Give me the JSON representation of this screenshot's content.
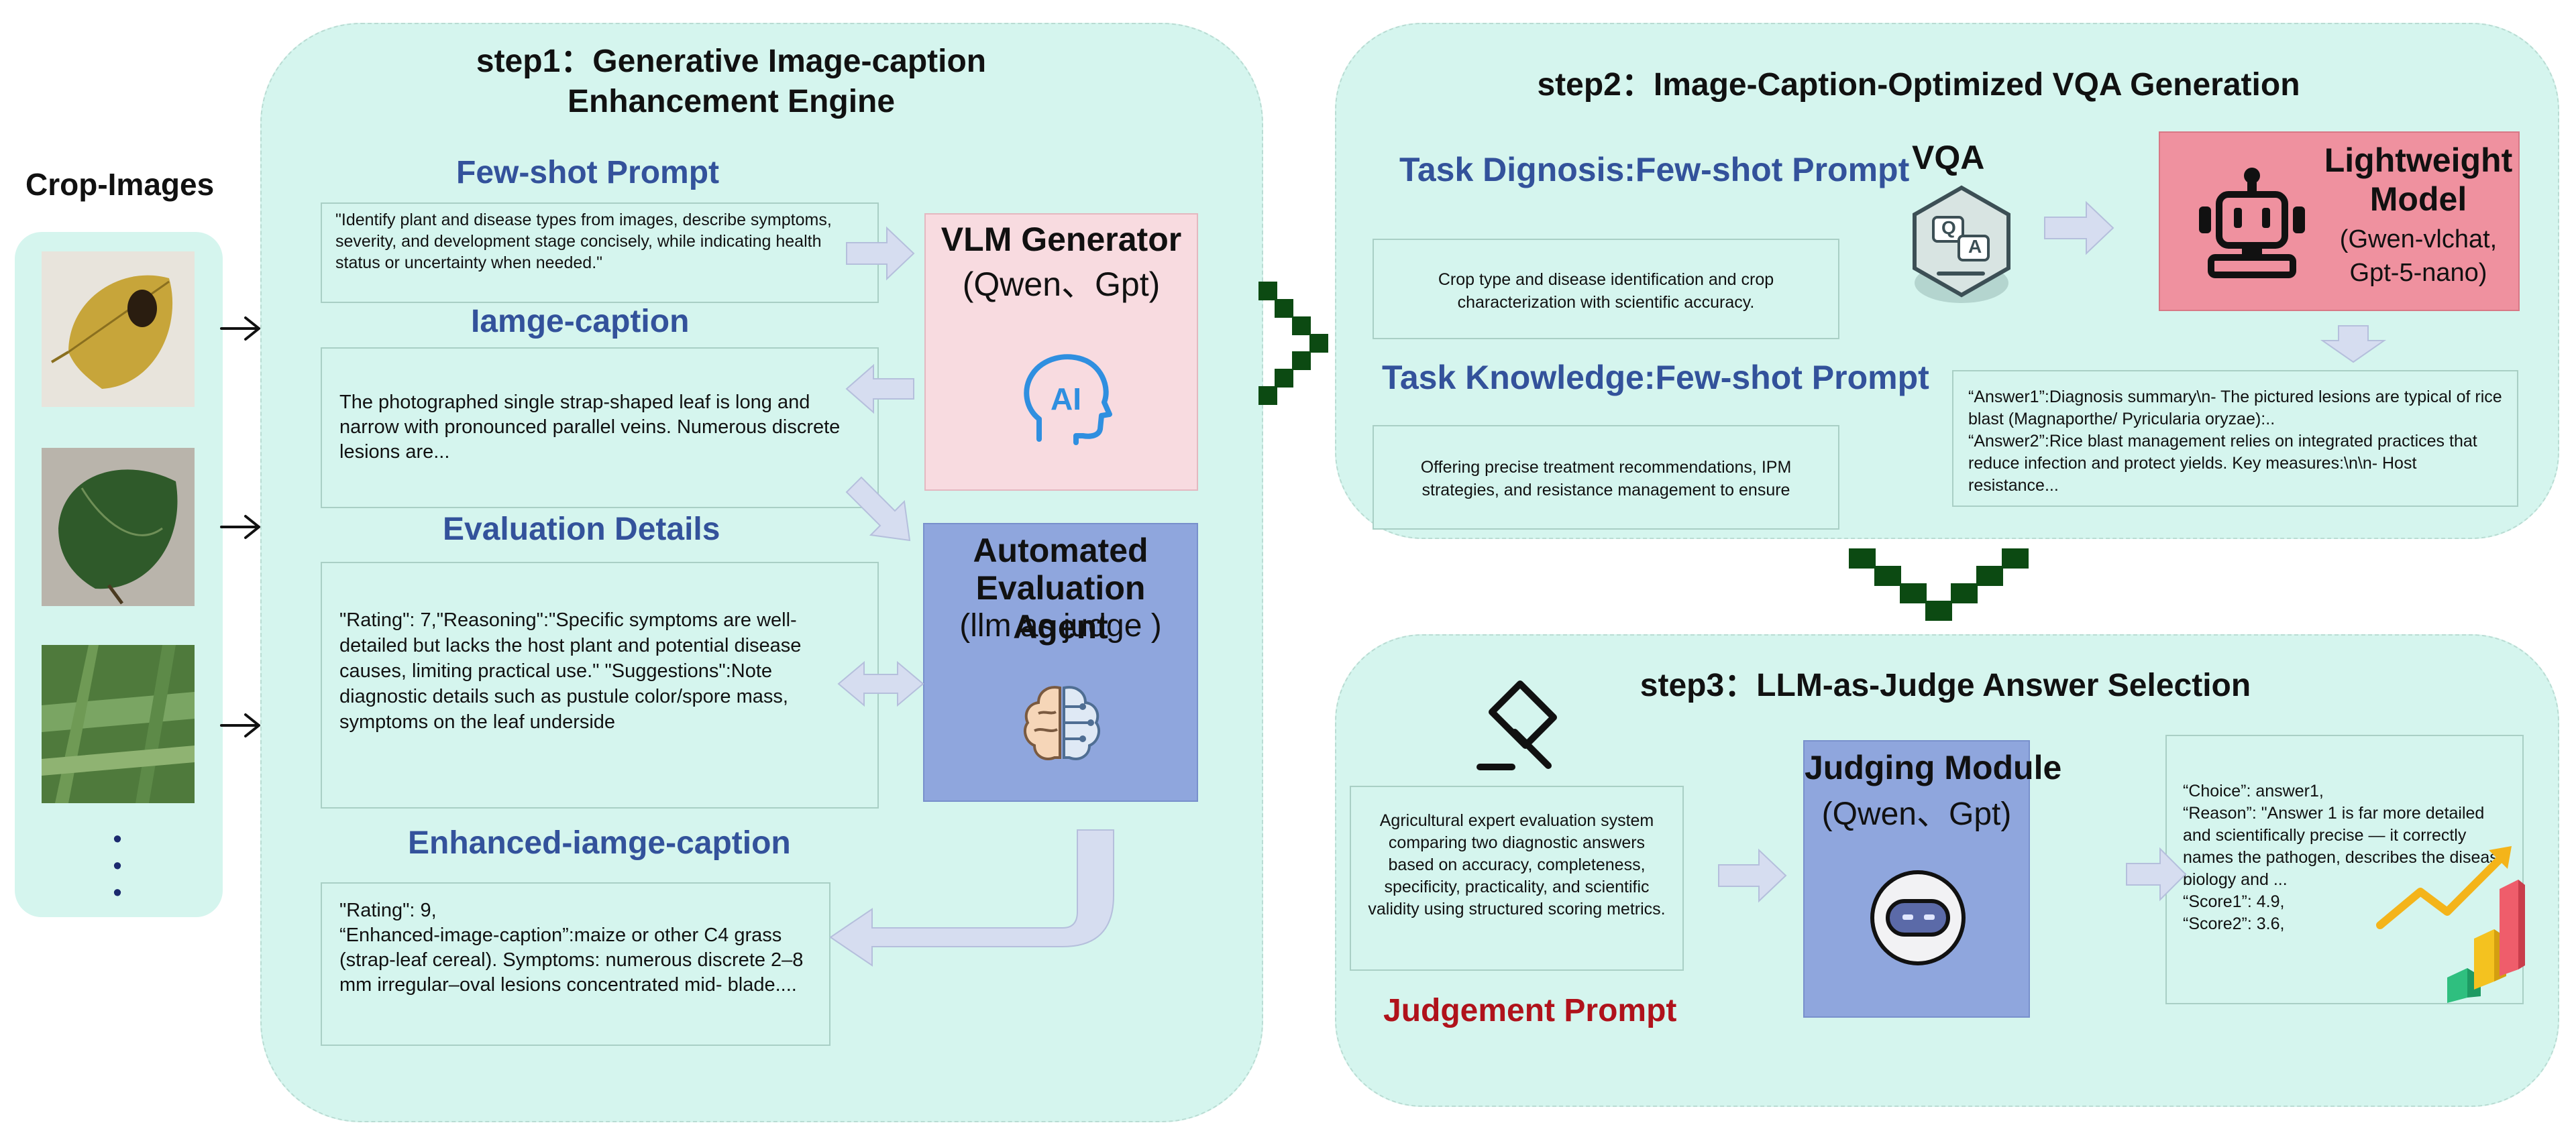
{
  "crop_images": {
    "title": "Crop-Images",
    "more": "•\n•\n•"
  },
  "step1": {
    "title_line1": "step1：Generative Image-caption",
    "title_line2": "Enhancement Engine",
    "few_shot_heading": "Few-shot Prompt",
    "few_shot_text": "\"Identify plant and disease types from images, describe symptoms, severity, and development stage concisely, while indicating health status or uncertainty when needed.\"",
    "caption_heading": "Iamge-caption",
    "caption_text": "The photographed single strap-shaped leaf is long and narrow with pronounced parallel veins. Numerous discrete lesions are...",
    "eval_heading": "Evaluation Details",
    "eval_text": "\"Rating\": 7,\"Reasoning\":\"Specific symptoms are well-detailed but lacks the host plant and potential disease causes, limiting practical use.\" \"Suggestions\":Note diagnostic details such as pustule color/spore mass, symptoms on the leaf underside",
    "enhanced_heading": "Enhanced-iamge-caption",
    "enhanced_text": "\"Rating\": 9,\n“Enhanced-image-caption”:maize or other C4 grass (strap-leaf cereal). Symptoms: numerous discrete 2–8 mm irregular–oval lesions concentrated mid-  blade....",
    "vlm": {
      "title": "VLM Generator",
      "sub": "(Qwen、Gpt)",
      "icon_text": "AI"
    },
    "agent": {
      "title_line1": "Automated",
      "title_line2": "Evaluation Agent",
      "sub": "(llm as judge )"
    }
  },
  "step2": {
    "title": "step2：Image-Caption-Optimized VQA Generation",
    "diag_heading": "Task Dignosis:Few-shot Prompt",
    "diag_text": "Crop type and disease identification and crop characterization with scientific accuracy.",
    "vqa_label": "VQA",
    "vqa_icon_q": "Q",
    "vqa_icon_a": "A",
    "knowledge_heading": "Task Knowledge:Few-shot Prompt",
    "knowledge_text": "Offering precise treatment recommendations, IPM strategies, and resistance management to ensure",
    "model": {
      "title_line1": "Lightweight",
      "title_line2": "Model",
      "sub_line1": "(Gwen-vlchat,",
      "sub_line2": "Gpt-5-nano)"
    },
    "answers_text": "“Answer1”:Diagnosis summary\\n- The pictured lesions are typical of rice blast (Magnaporthe/ Pyricularia oryzae):..\n“Answer2”:Rice blast management relies on integrated practices that reduce infection and protect yields. Key measures:\\n\\n- Host resistance..."
  },
  "step3": {
    "title": "step3：LLM-as-Judge Answer Selection",
    "system_text": "Agricultural expert evaluation system comparing two diagnostic answers based on accuracy, completeness, specificity, practicality, and scientific validity using structured scoring metrics.",
    "judgement_heading": "Judgement Prompt",
    "module": {
      "title": "Judging Module",
      "sub": "(Qwen、Gpt)"
    },
    "result_text": "“Choice”: answer1,\n“Reason”: \"Answer 1 is far more detailed and scientifically precise — it correctly names the pathogen, describes the disease biology and ...\n“Score1”: 4.9,\n“Score2”: 3.6,"
  },
  "colors": {
    "panel_bg": "#d5f5ee",
    "heading_blue": "#33529b",
    "judgement_red": "#b0121b",
    "vlm_pink": "#f8dbe0",
    "agent_blue": "#8fa6dd",
    "model_red": "#ef919f",
    "arrow_fill": "#d6ddf0",
    "chevron_green": "#0c4a12"
  }
}
